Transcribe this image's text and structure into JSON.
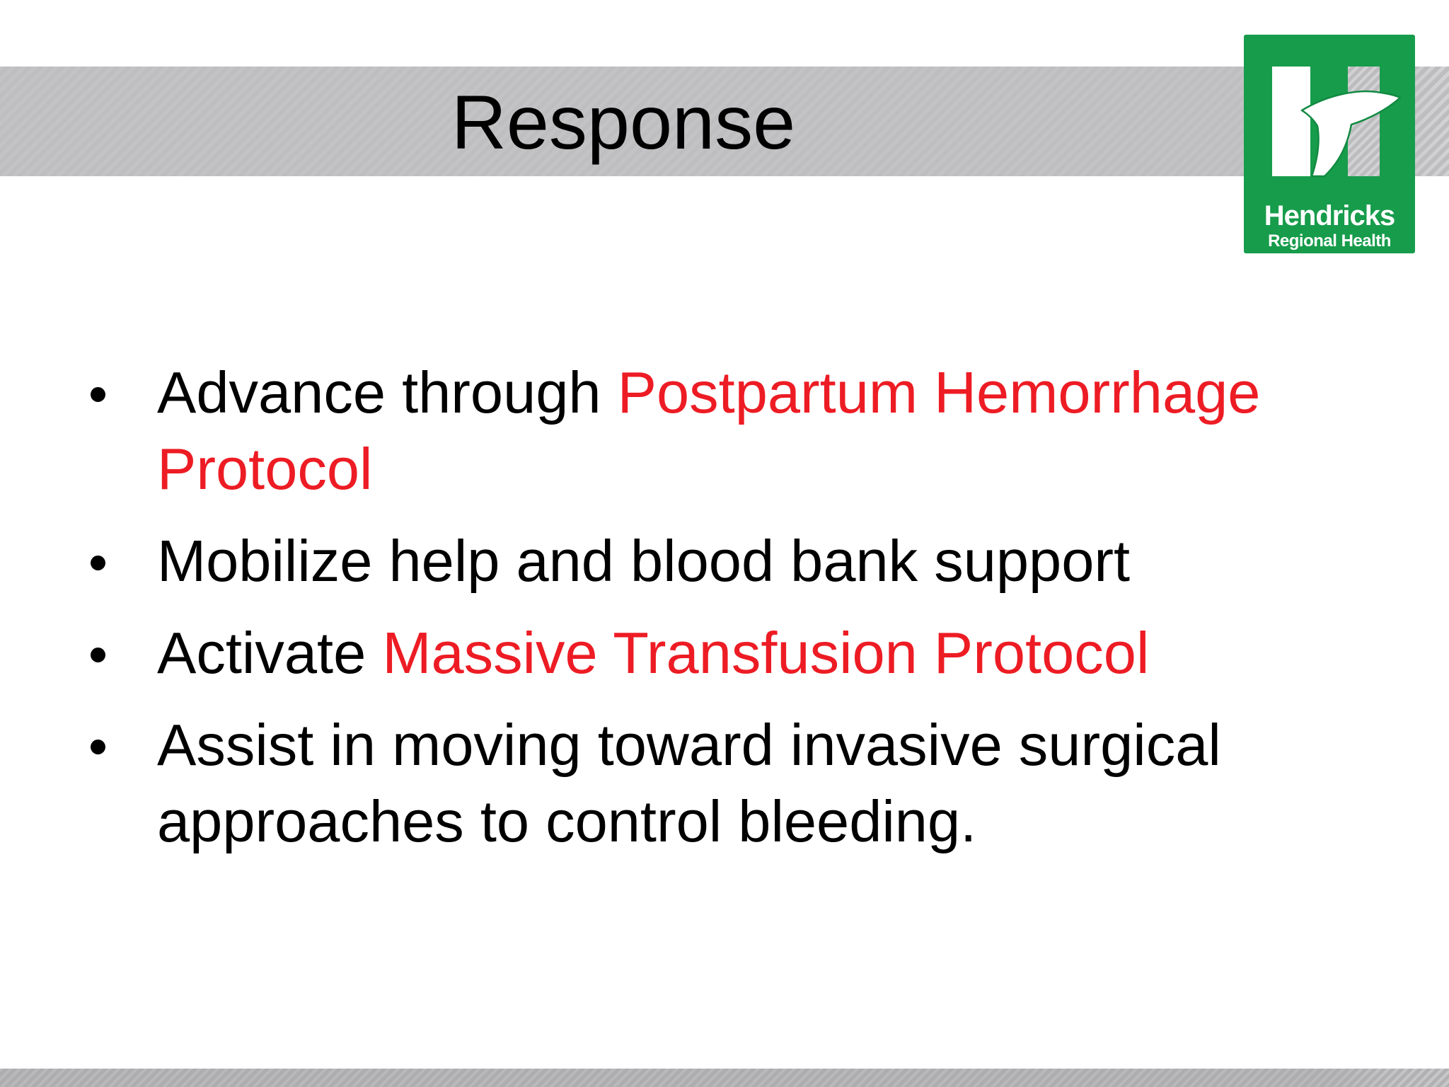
{
  "slide": {
    "title": "Response",
    "bullets": [
      {
        "lines": [
          [
            {
              "t": "Advance through ",
              "red": false
            },
            {
              "t": "Postpartum Hemorrhage",
              "red": true
            }
          ],
          [
            {
              "t": "Protocol",
              "red": true
            }
          ]
        ]
      },
      {
        "lines": [
          [
            {
              "t": "Mobilize help and blood bank support",
              "red": false
            }
          ]
        ]
      },
      {
        "lines": [
          [
            {
              "t": "Activate ",
              "red": false
            },
            {
              "t": "Massive Transfusion Protocol",
              "red": true
            }
          ]
        ]
      },
      {
        "lines": [
          [
            {
              "t": "Assist in moving toward invasive surgical",
              "red": false
            }
          ],
          [
            {
              "t": "approaches to control bleeding.",
              "red": false
            }
          ]
        ]
      }
    ],
    "logo": {
      "name": "Hendricks",
      "tagline": "Regional Health"
    },
    "colors": {
      "accent_red": "#ed1c24",
      "text_black": "#000000",
      "logo_green": "#179c4b",
      "banner_gray": "#bfbfc1",
      "banner_stripe_light": "#d2d2d4",
      "footer_gray": "#acacae"
    }
  }
}
